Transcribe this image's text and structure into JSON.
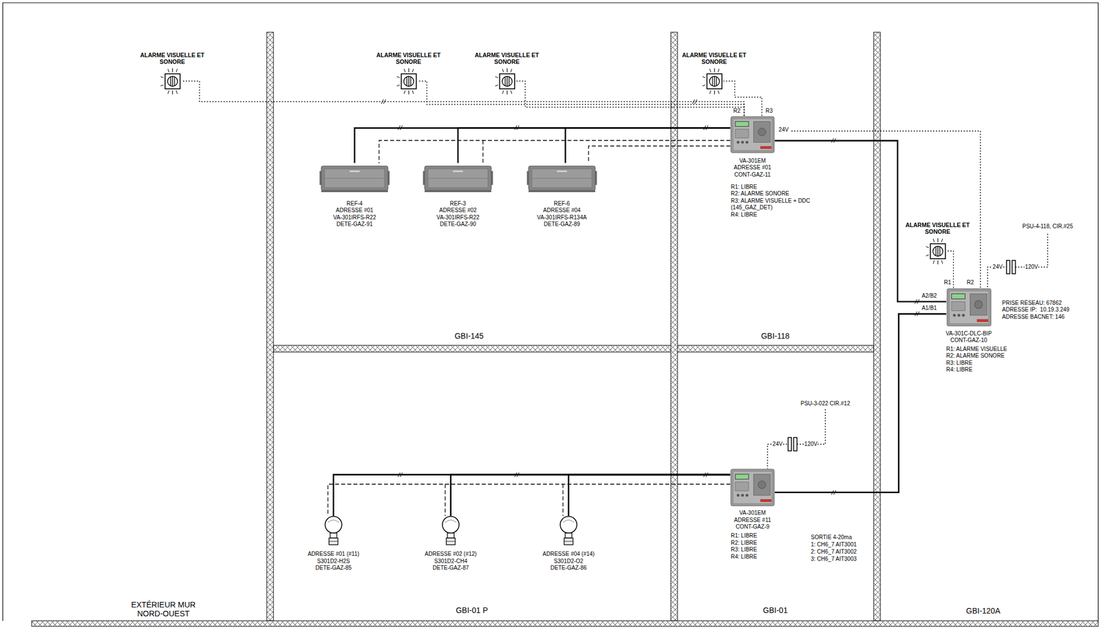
{
  "diagram": {
    "nodes": [
      {
        "text": [
          "ALARME VISUELLE ET SONORE"
        ]
      },
      {
        "text": [
          "ALARME VISUELLE ET SONORE"
        ]
      },
      {
        "text": [
          "ALARME VISUELLE ET SONORE"
        ]
      },
      {
        "text": [
          "ALARME VISUELLE ET SONORE"
        ]
      },
      {
        "text": [
          "REF-4",
          "ADRESSE #01",
          "VA-301IRFS-R22",
          "DETE-GAZ-91"
        ]
      },
      {
        "text": [
          "REF-3",
          "ADRESSE #02",
          "VA-301IRFS-R22",
          "DETE-GAZ-90"
        ]
      },
      {
        "text": [
          "REF-6",
          "ADRESSE #04",
          "VA-301IRFS-R134A",
          "DETE-GAZ-89"
        ]
      },
      {
        "text": [
          "VA-301EM",
          "ADRESSE #01",
          "CONT-GAZ-11",
          "R1: LIBRE",
          "R2: ALARME SONORE",
          "R3: ALARME VISUELLE + DDC (145_GAZ_DET)",
          "R4: LIBRE"
        ]
      },
      {
        "text": [
          "ALARME VISUELLE ET SONORE"
        ]
      },
      {
        "text": [
          "VA-301C-DLC-BIP",
          "CONT-GAZ-10",
          "R1: ALARME VISUELLE",
          "R2: ALARME SONORE",
          "R3: LIBRE",
          "R4: LIBRE"
        ]
      },
      {
        "text": [
          "ADRESSE #01 (#11)",
          "S301D2-H2S",
          "DETE-GAZ-85"
        ]
      },
      {
        "text": [
          "ADRESSE #02 (#12)",
          "S301D2-CH4",
          "DETE-GAZ-87"
        ]
      },
      {
        "text": [
          "ADRESSE #04 (#14)",
          "S301D2-O2",
          "DETE-GAZ-86"
        ]
      },
      {
        "text": [
          "VA-301EM",
          "ADRESSE #11",
          "CONT-GAZ-9",
          "R1: LIBRE",
          "R2: LIBRE",
          "R3: LIBRE",
          "R4: LIBRE"
        ]
      }
    ],
    "edges": [
      {
        "from": 7,
        "to": 6,
        "arrow": "none"
      },
      {
        "from": 7,
        "to": 5,
        "arrow": "none"
      },
      {
        "from": 7,
        "to": 4,
        "arrow": "none"
      },
      {
        "from": 7,
        "to": 3,
        "arrow": "none"
      },
      {
        "from": 7,
        "to": 2,
        "arrow": "none"
      },
      {
        "from": 7,
        "to": 1,
        "arrow": "none"
      },
      {
        "from": 7,
        "to": 0,
        "arrow": "none"
      },
      {
        "from": 7,
        "to": 9,
        "arrow": "none"
      },
      {
        "from": 13,
        "to": 9,
        "arrow": "none"
      },
      {
        "from": 13,
        "to": 12,
        "arrow": "none"
      },
      {
        "from": 13,
        "to": 11,
        "arrow": "none"
      },
      {
        "from": 13,
        "to": 10,
        "arrow": "none"
      },
      {
        "from": 9,
        "to": 8,
        "arrow": "none"
      }
    ],
    "labels": [
      "R2",
      "R3",
      "24V",
      "A2/B2",
      "A1/B1",
      "R1",
      "R2",
      "PRISE RÉSEAU: 67862",
      "ADRESSE IP:  10.19.3.249",
      "ADRESSE BACNET: 146",
      "PSU-4-118, CIR.#25",
      "24V",
      "120V",
      "PSU-3-022 CIR.#12",
      "24V",
      "120V",
      "SORTIE 4-20ma",
      "1: CH6_7 AIT3001",
      "2: CH6_7 AIT3002",
      "3: CH6_7 AIT3003",
      "GBI-145",
      "GBI-118",
      "GBI-01 P",
      "GBI-01",
      "GBI-120A",
      "EXTÉRIEUR MUR NORD-OUEST"
    ]
  }
}
